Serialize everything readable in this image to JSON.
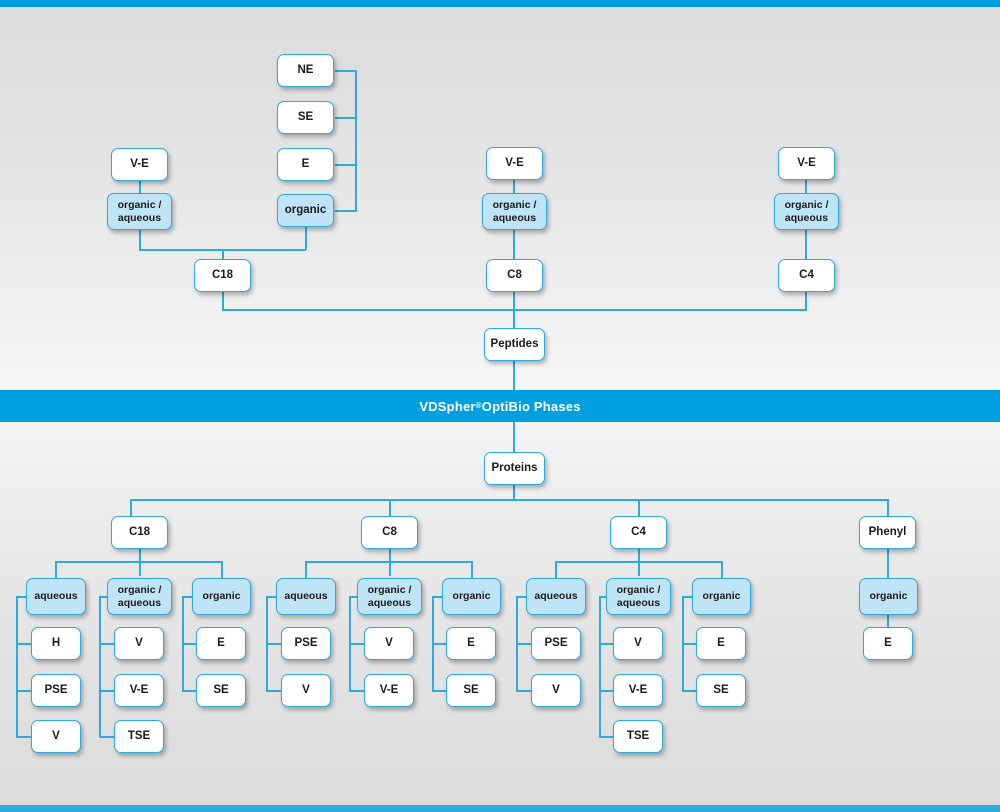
{
  "banner": {
    "text_before": "VDSpher",
    "superscript": "®",
    "text_after": " OptiBio Phases"
  },
  "colors": {
    "accent": "#00a0e0",
    "line": "#2eaadc",
    "fill_light": "#bfe4f7",
    "box_bg": "#ffffff",
    "bg_gray": "#e2e2e2"
  },
  "peptides": {
    "root_label": "Peptides",
    "columns": [
      {
        "phase": "C18",
        "modes": [
          {
            "label": "organic /\naqueous",
            "highlight": true,
            "children": [
              {
                "label": "V-E"
              }
            ]
          },
          {
            "label": "organic",
            "highlight": true,
            "children": [
              {
                "label": "NE"
              },
              {
                "label": "SE"
              },
              {
                "label": "E"
              }
            ]
          }
        ]
      },
      {
        "phase": "C8",
        "modes": [
          {
            "label": "organic /\naqueous",
            "highlight": true,
            "children": [
              {
                "label": "V-E"
              }
            ]
          }
        ]
      },
      {
        "phase": "C4",
        "modes": [
          {
            "label": "organic /\naqueous",
            "highlight": true,
            "children": [
              {
                "label": "V-E"
              }
            ]
          }
        ]
      }
    ]
  },
  "proteins": {
    "root_label": "Proteins",
    "columns": [
      {
        "phase": "C18",
        "modes": [
          {
            "label": "aqueous",
            "highlight": true,
            "children": [
              "H",
              "PSE",
              "V"
            ]
          },
          {
            "label": "organic /\naqueous",
            "highlight": true,
            "children": [
              "V",
              "V-E",
              "TSE"
            ]
          },
          {
            "label": "organic",
            "highlight": true,
            "children": [
              "E",
              "SE"
            ]
          }
        ]
      },
      {
        "phase": "C8",
        "modes": [
          {
            "label": "aqueous",
            "highlight": true,
            "children": [
              "PSE",
              "V"
            ]
          },
          {
            "label": "organic /\naqueous",
            "highlight": true,
            "children": [
              "V",
              "V-E"
            ]
          },
          {
            "label": "organic",
            "highlight": true,
            "children": [
              "E",
              "SE"
            ]
          }
        ]
      },
      {
        "phase": "C4",
        "modes": [
          {
            "label": "aqueous",
            "highlight": true,
            "children": [
              "PSE",
              "V"
            ]
          },
          {
            "label": "organic /\naqueous",
            "highlight": true,
            "children": [
              "V",
              "V-E",
              "TSE"
            ]
          },
          {
            "label": "organic",
            "highlight": true,
            "children": [
              "E",
              "SE"
            ]
          }
        ]
      },
      {
        "phase": "Phenyl",
        "modes": [
          {
            "label": "organic",
            "highlight": true,
            "children": [
              "E"
            ]
          }
        ]
      }
    ]
  },
  "nodes": {
    "top": {
      "ne": "NE",
      "se": "SE",
      "e": "E",
      "organic_c18": "organic",
      "ve_c18": "V-E",
      "orgaq_c18": "organic /\naqueous",
      "c18": "C18",
      "ve_c8": "V-E",
      "orgaq_c8": "organic /\naqueous",
      "c8": "C8",
      "ve_c4": "V-E",
      "orgaq_c4": "organic /\naqueous",
      "c4": "C4",
      "peptides": "Peptides"
    },
    "bottom": {
      "proteins": "Proteins",
      "c18": "C18",
      "c8": "C8",
      "c4": "C4",
      "phenyl": "Phenyl",
      "c18_aqueous": "aqueous",
      "c18_aq_1": "H",
      "c18_aq_2": "PSE",
      "c18_aq_3": "V",
      "c18_orgaq": "organic /\naqueous",
      "c18_oa_1": "V",
      "c18_oa_2": "V-E",
      "c18_oa_3": "TSE",
      "c18_organic": "organic",
      "c18_o_1": "E",
      "c18_o_2": "SE",
      "c8_aqueous": "aqueous",
      "c8_aq_1": "PSE",
      "c8_aq_2": "V",
      "c8_orgaq": "organic /\naqueous",
      "c8_oa_1": "V",
      "c8_oa_2": "V-E",
      "c8_organic": "organic",
      "c8_o_1": "E",
      "c8_o_2": "SE",
      "c4_aqueous": "aqueous",
      "c4_aq_1": "PSE",
      "c4_aq_2": "V",
      "c4_orgaq": "organic /\naqueous",
      "c4_oa_1": "V",
      "c4_oa_2": "V-E",
      "c4_oa_3": "TSE",
      "c4_organic": "organic",
      "c4_o_1": "E",
      "c4_o_2": "SE",
      "phenyl_organic": "organic",
      "phenyl_o_1": "E"
    }
  }
}
